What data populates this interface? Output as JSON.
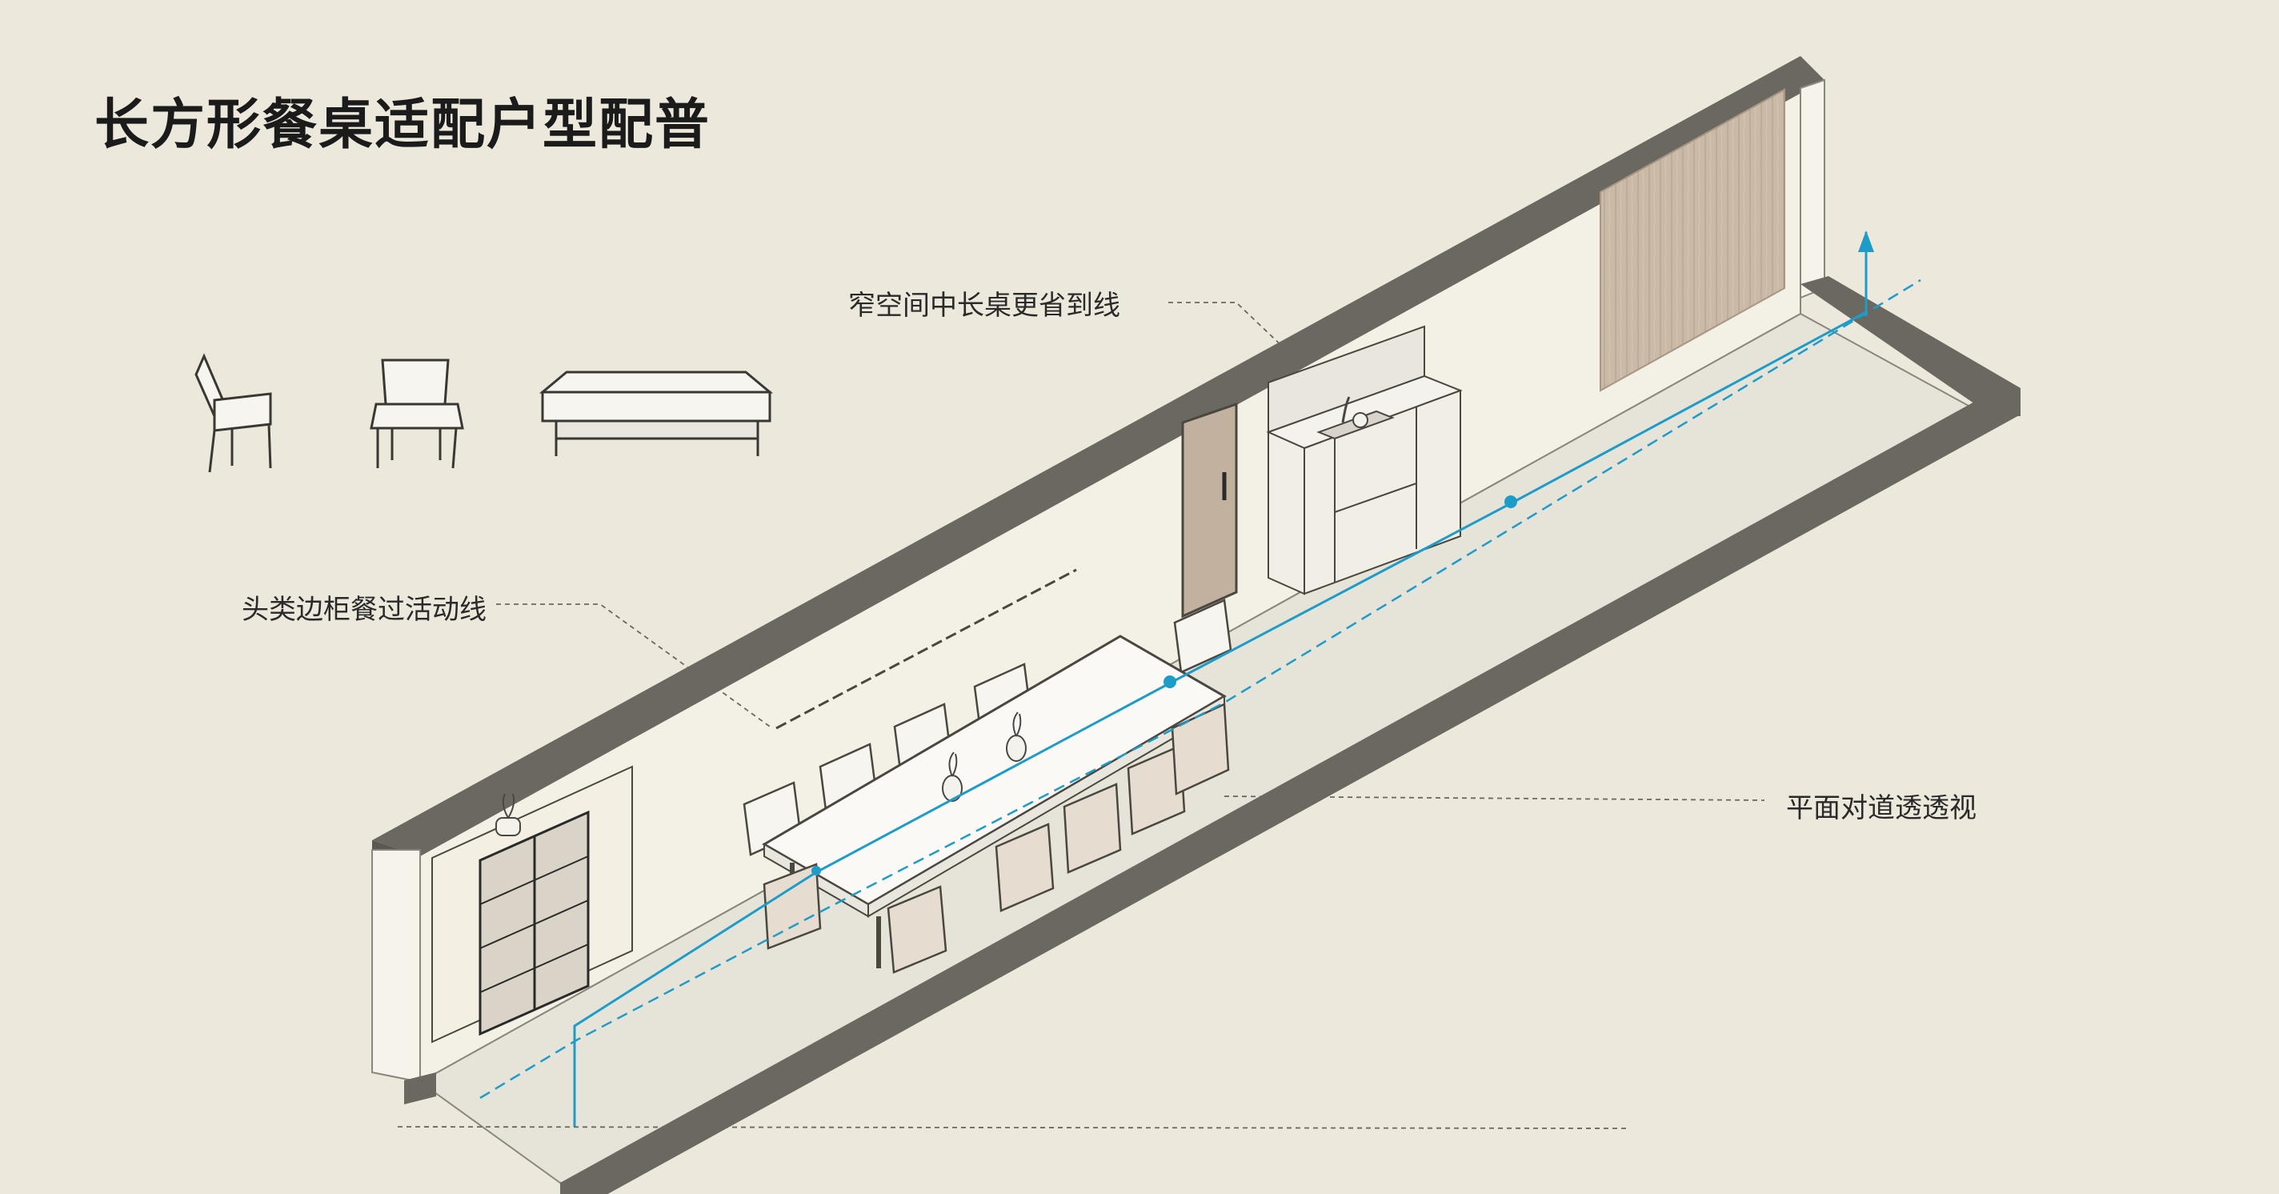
{
  "title": "长方形餐桌适配户型配普",
  "callouts": {
    "narrow_space": "窄空间中长桌更省到线",
    "sideboard": "头类边柜餐过活动线",
    "perspective": "平面对道透透视"
  },
  "colors": {
    "background": "#ece8dc",
    "wall_top": "#6b6862",
    "wall_face": "#f3f0e6",
    "floor": "#e6e3d9",
    "wood": "#c9b9a6",
    "flow_line": "#1e9cc9",
    "line": "#4a4740"
  },
  "icons": [
    "side-chair-icon",
    "front-chair-icon",
    "bench-icon"
  ]
}
